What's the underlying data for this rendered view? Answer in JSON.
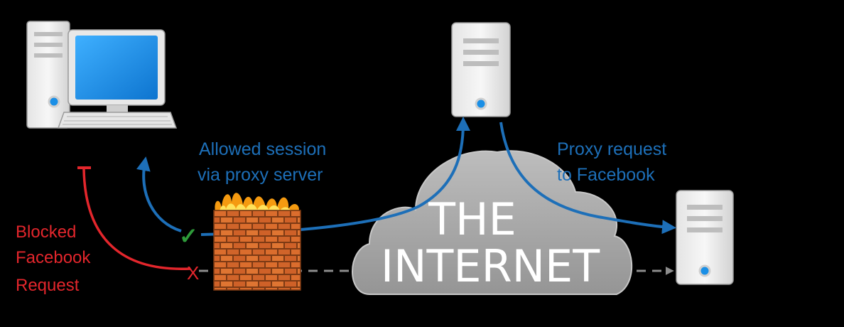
{
  "labels": {
    "allowed_line1": "Allowed session",
    "allowed_line2": "via proxy server",
    "proxy_line1": "Proxy request",
    "proxy_line2": "to Facebook",
    "blocked_line1": "Blocked",
    "blocked_line2": "Facebook",
    "blocked_line3": "Request",
    "cloud_line1": "THE",
    "cloud_line2": "INTERNET",
    "check_mark": "✓",
    "x_mark": "X"
  },
  "icons": [
    "computer-icon",
    "firewall-icon",
    "cloud-icon",
    "proxy-server-icon",
    "facebook-server-icon"
  ],
  "colors": {
    "background": "#000000",
    "allowed": "#1d6fb8",
    "blocked": "#e3262c",
    "check": "#2e9b3a",
    "dashed": "#8c8c8c",
    "cloud": "#a9a9a9",
    "brick": "#d9692a",
    "flame": "#f59a10",
    "screen": "#1a8fe6"
  }
}
